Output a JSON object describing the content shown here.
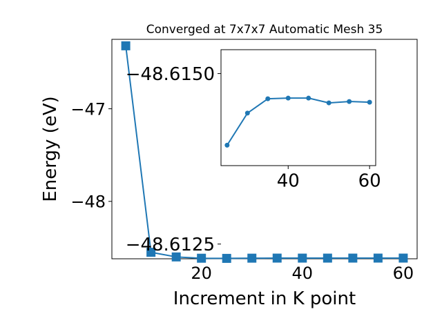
{
  "chart_data": [
    {
      "type": "line",
      "title": "Converged at 7x7x7 Automatic Mesh 35",
      "xlabel": "Increment in K point",
      "ylabel": "Energy (eV)",
      "xlim": [
        2.25,
        62.75
      ],
      "ylim": [
        -48.62,
        -46.25
      ],
      "xticks": [
        20,
        40,
        60
      ],
      "xtick_labels": [
        "20",
        "40",
        "60"
      ],
      "yticks": [
        -47,
        -48
      ],
      "ytick_labels": [
        "−47",
        "−48"
      ],
      "marker": "square",
      "color": "#1f77b4",
      "series": [
        {
          "x": [
            5,
            10,
            15,
            20,
            25,
            30,
            35,
            40,
            45,
            50,
            55,
            60
          ],
          "y": [
            -46.32,
            -48.55,
            -48.6,
            -48.614,
            -48.6156,
            -48.6134,
            -48.6127,
            -48.6128,
            -48.6128,
            -48.6127,
            -48.6126,
            -48.6126
          ]
        }
      ]
    },
    {
      "type": "line",
      "inset": true,
      "xlim": [
        23.5,
        61.5
      ],
      "ylim": [
        -48.61365,
        -48.61535
      ],
      "xticks": [
        40,
        60
      ],
      "xtick_labels": [
        "40",
        "60"
      ],
      "yticks": [
        -48.615,
        -48.6125
      ],
      "ytick_labels": [
        "−48.6150",
        "−48.6125"
      ],
      "marker": "circle",
      "color": "#1f77b4",
      "series": [
        {
          "x": [
            25,
            30,
            35,
            40,
            45,
            50,
            55,
            60
          ],
          "y": [
            -48.61395,
            -48.61442,
            -48.61463,
            -48.61464,
            -48.61464,
            -48.61457,
            -48.61459,
            -48.61458
          ]
        }
      ]
    }
  ]
}
